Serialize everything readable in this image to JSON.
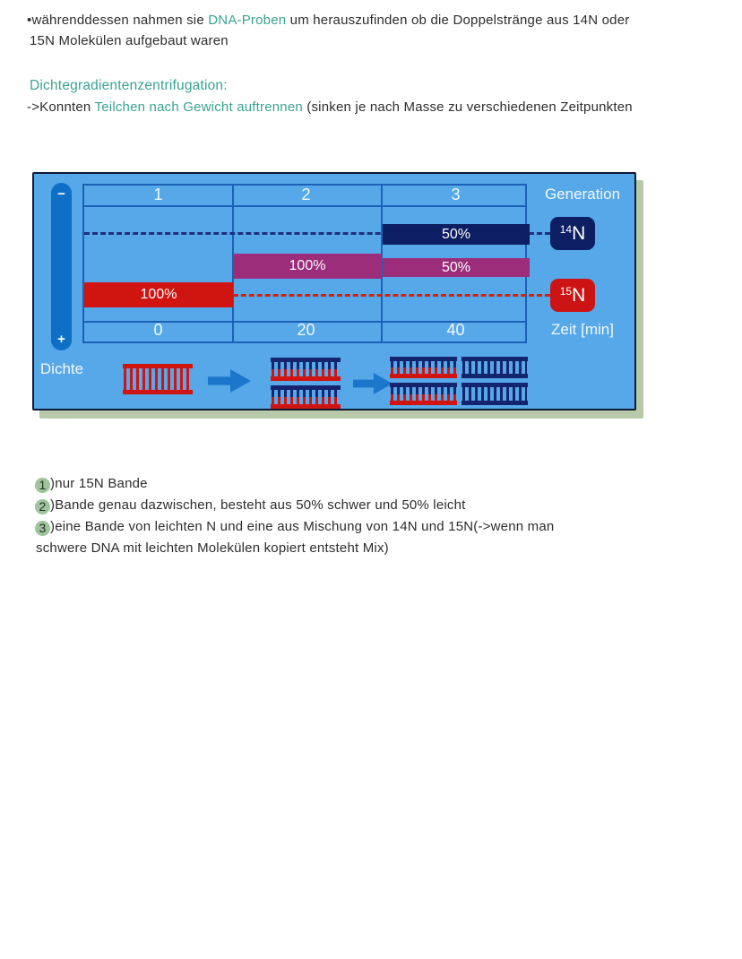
{
  "intro": {
    "line1_seg1": "•währenddessen nahmen sie ",
    "line1_highlight": "DNA-Proben",
    "line1_seg2": " um herauszufinden ob die Doppelstränge aus 14N oder",
    "line2": "15N Molekülen aufgebaut waren"
  },
  "heading": "Dichtegradientenzentrifugation:",
  "method_line": {
    "seg1": "->Konnten ",
    "highlight": "Teilchen nach Gewicht auftrennen",
    "seg2": " (sinken je nach Masse zu verschiedenen Zeitpunkten"
  },
  "diagram": {
    "generation_label": "Generation",
    "time_label": "Zeit [min]",
    "density_label": "Dichte",
    "minus": "−",
    "plus": "+",
    "columns": [
      {
        "generation": "1",
        "time": "0"
      },
      {
        "generation": "2",
        "time": "20"
      },
      {
        "generation": "3",
        "time": "40"
      }
    ],
    "bands": {
      "gen1_heavy": {
        "value": "100%",
        "color": "#d01410",
        "level": "15N"
      },
      "gen2_hybrid": {
        "value": "100%",
        "color": "#9b2d7b",
        "level": "zwischen 14N und 15N"
      },
      "gen3_light": {
        "value": "50%",
        "color": "#0e1e63",
        "level": "14N"
      },
      "gen3_hybrid": {
        "value": "50%",
        "color": "#9b2d7b",
        "level": "zwischen 14N und 15N"
      }
    },
    "isotopes": {
      "light": {
        "sup": "14",
        "base": "N"
      },
      "heavy": {
        "sup": "15",
        "base": "N"
      }
    }
  },
  "notes": {
    "line1": {
      "num": "1",
      "text": ")nur 15N Bande"
    },
    "line2": {
      "num": "2",
      "text": ")Bande genau dazwischen, besteht aus 50% schwer und 50% leicht"
    },
    "line3": {
      "num": "3",
      "text": ")eine Bande von leichten N und eine aus Mischung von 14N und 15N(->wenn man"
    },
    "line4": {
      "text": "schwere DNA mit leichten Molekülen kopiert entsteht Mix)"
    }
  },
  "colors": {
    "highlight_teal": "#3aa390",
    "diagram_background": "#56a8e9",
    "grid_line_blue": "#1b61b5",
    "band_red_15n": "#d01410",
    "band_purple_hybrid": "#9b2d7b",
    "band_navy_14n": "#0e1e63",
    "arrow_blue": "#1c76cc",
    "shadow_sage": "#b7c9a8",
    "number_circle_green": "#9fc49b"
  }
}
